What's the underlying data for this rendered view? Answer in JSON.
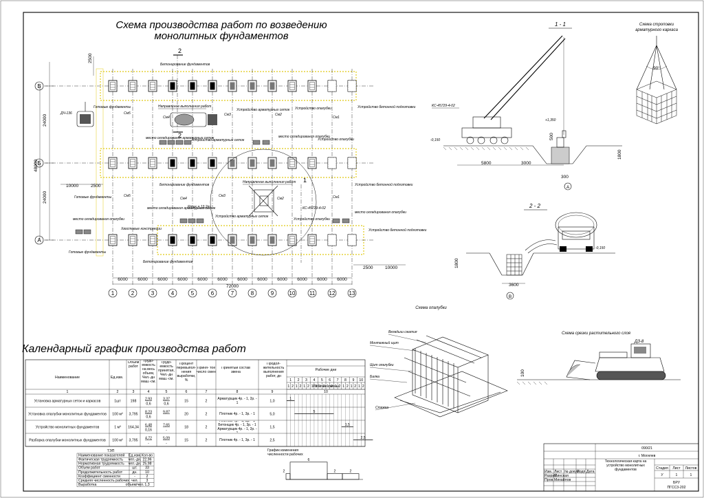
{
  "plan": {
    "title_line1": "Схема производства работ по возведению",
    "title_line2": "монолитных фундаментов",
    "section_mark_top": "2",
    "section_mark_bottom": "2",
    "section_mark_11": "1",
    "rows": [
      "В",
      "Б",
      "А"
    ],
    "columns": [
      "1",
      "2",
      "3",
      "4",
      "5",
      "6",
      "7",
      "8",
      "9",
      "10",
      "11",
      "12",
      "13"
    ],
    "span_dims": [
      "6000",
      "6000",
      "6000",
      "6000",
      "6000",
      "6000",
      "6000",
      "6000",
      "6000",
      "6000",
      "6000",
      "6000"
    ],
    "total_length": "72000",
    "total_width": "48000",
    "bay_24000_top": "24000",
    "bay_24000_bottom": "24000",
    "dim_2500_left": "2500",
    "dim_10000_left": "10000",
    "dim_2500_mid": "2500",
    "dim_2500_right": "2500",
    "dim_10000_right": "10000",
    "dim_2500_top": "2500",
    "crane_radius_label": "Rmax = 13,2m",
    "crane_label": "КС-45729-4-02",
    "truck_label": "ДЧ-136",
    "labels": {
      "betonirovanie_1": "Бетонирование фундаментов",
      "betonirovanie_2": "Бетонирование фундаментов",
      "betonirovanie_3": "Бетонирование фундаментов",
      "gotovye_1": "Готовые фундаменты",
      "gotovye_2": "Готовые фундаменты",
      "gotovye_3": "Готовые фундаменты",
      "napr_1": "Направление выполнения работ",
      "napr_2": "Направление выполнения работ",
      "ustr_setok_1": "Устройство арматурных сеток",
      "ustr_setok_2": "Устройство арматурных сеток",
      "ustr_setok_3": "Устройство арматурных сеток",
      "ustr_opalubki_1": "Устройство опалубки",
      "ustr_opalubki_2": "Устройство опалубки",
      "ustr_opalubki_3": "Устройство опалубки",
      "ustr_pod_1": "Устройство бетонной подготовки",
      "ustr_pod_2": "Устройство бетонной подготовки",
      "ustr_pod_3": "Устройство бетонной подготовки",
      "sklad_setok_1": "место складирования арматурных сеток",
      "sklad_setok_2": "место складирования арматурных сеток",
      "sklad_opal_1": "место складирования опалубки",
      "sklad_opal_2": "место складирования опалубки",
      "sklad_opal_3": "место складирования опалубки",
      "tower": "Хвостовые конструкции",
      "sm": [
        "См5",
        "См4",
        "См3",
        "См2",
        "См1",
        "См5",
        "См4",
        "См3",
        "См2",
        "См1"
      ]
    }
  },
  "section11": {
    "title": "1 - 1",
    "crane_label": "КС-45729-4-02",
    "lvl_pos": "+1,350",
    "lvl_neg": "-0,150",
    "dims": [
      "5800",
      "3000",
      "300",
      "500",
      "1800"
    ],
    "axis": "А"
  },
  "sling": {
    "title_line1": "Схема строповки",
    "title_line2": "арматурного каркаса",
    "angle": "90°"
  },
  "section22": {
    "title": "2 - 2",
    "lvl_neg": "-0,150",
    "dims": [
      "3600",
      "1800"
    ],
    "axis": "В"
  },
  "formwork": {
    "title": "Схема опалубки",
    "callouts": [
      "Вкладыш сжатия",
      "Монтажный щит",
      "Щит опалубки",
      "Балка",
      "Стяжка"
    ]
  },
  "bulldozer": {
    "title": "Схема срезки растительного слоя",
    "model": "ДЗ-8",
    "dim": "100"
  },
  "schedule": {
    "title": "Календарный график производства работ",
    "headers": [
      "Наименование",
      "Ед.изм.",
      "Объем работ",
      "Трудо- емкость на весь объем, Чел.-дн маш.-см.",
      "Трудо- емкость принятая, Чел.-дн маш.-см.",
      "Процент перевыпол- нения выработки, %",
      "Приня- тое число смен",
      "Принятый состав звена",
      "Продол- жительность выполнения работ, дн",
      "Рабочие дни"
    ],
    "col_numbers": [
      "1",
      "2",
      "3",
      "4",
      "5",
      "6",
      "7",
      "8",
      "9",
      "10"
    ],
    "days": [
      "1",
      "2",
      "3",
      "4",
      "5",
      "6",
      "7",
      "8",
      "9",
      "10"
    ],
    "shift_header": "Рабочие смены",
    "shifts": [
      "1",
      "2",
      "1",
      "2",
      "1",
      "2",
      "1",
      "2",
      "1",
      "2",
      "1",
      "2",
      "1",
      "2",
      "1",
      "2",
      "1",
      "2",
      "1",
      "2"
    ],
    "rows": [
      {
        "name": "Установка арматурных сеток и каркасов",
        "unit": "1шт",
        "vol": "198",
        "t1a": "2,93",
        "t1b": "0,6",
        "t2a": "3,37",
        "t2b": "0,6",
        "pct": "15",
        "shifts": "2",
        "crew": "Арматурщик 4р. - 1, 2р. - 1",
        "dur": "1,0",
        "bar": "1"
      },
      {
        "name": "Установка опалубки монолитных фундаментов",
        "unit": "100 м²",
        "vol": "3,795",
        "t1a": "8,23",
        "t1b": "0,6",
        "t2a": "9,87",
        "t2b": "",
        "pct": "20",
        "shifts": "2",
        "crew": "Плотник 4р. - 1, 3р. - 1",
        "dur": "5,0",
        "bar": "5"
      },
      {
        "name": "Устройство монолитных фундаментов",
        "unit": "1 м³",
        "vol": "164,34",
        "t1a": "6,48",
        "t1b": "0,16",
        "t2a": "7,65",
        "t2b": "-",
        "pct": "18",
        "shifts": "2",
        "crew": "Плотник 4р. - 1, 3р. - 1 Бетонщик 4р. - 1, 3р. - 1 Арматурщик 4р. - 1, 2р. - 1",
        "dur": "1,5",
        "bar": "1,5"
      },
      {
        "name": "Разборка опалубки монолитных фундаментов",
        "unit": "100 м²",
        "vol": "3,795",
        "t1a": "4,72",
        "t1b": "-",
        "t2a": "5,09",
        "t2b": "-",
        "pct": "15",
        "shifts": "2",
        "crew": "Плотник 4р. - 1, 3р. - 1",
        "dur": "2,5",
        "bar": "2,5"
      }
    ]
  },
  "tep": {
    "title": "ТЭП",
    "headers": [
      "Наименование показателей",
      "Ед.изм.",
      "Кол-во"
    ],
    "rows": [
      [
        "Фактическая трудоемкость",
        "чел.-дн.",
        "22,96"
      ],
      [
        "Нормативная трудоемкость",
        "чел.-дн.",
        "25,98"
      ],
      [
        "Объем работ",
        "шт.",
        "33"
      ],
      [
        "Продолжительность работ",
        "дн.",
        "10"
      ],
      [
        "Коэффициент сменности",
        "-",
        "2"
      ],
      [
        "Средняя численность рабочих",
        "чел.",
        "3"
      ],
      [
        "Выработка",
        "объем/чел.",
        "1,3"
      ]
    ]
  },
  "workers_chart": {
    "title_line1": "График изменения",
    "title_line2": "численности рабочих",
    "values": [
      2,
      6,
      2,
      2
    ],
    "labels": [
      "2",
      "6",
      "2",
      "2"
    ]
  },
  "stamp": {
    "code": "090/21",
    "city": "г. Могилев",
    "doc_title": "Технологическая карта на устройство монолитных фундаментов",
    "stage_h": "Стадия",
    "sheet_h": "Лист",
    "sheets_h": "Листов",
    "stage": "У",
    "sheet": "1",
    "sheets": "1",
    "org1": "БРУ",
    "org2": "ПГСС3-202",
    "rows_left": [
      "Изм.",
      "Лист",
      "№ докум.",
      "Подп.",
      "Дата"
    ],
    "roles": [
      "Разраб.",
      "Пров."
    ],
    "names": [
      "Минская",
      "Михайлов"
    ]
  }
}
